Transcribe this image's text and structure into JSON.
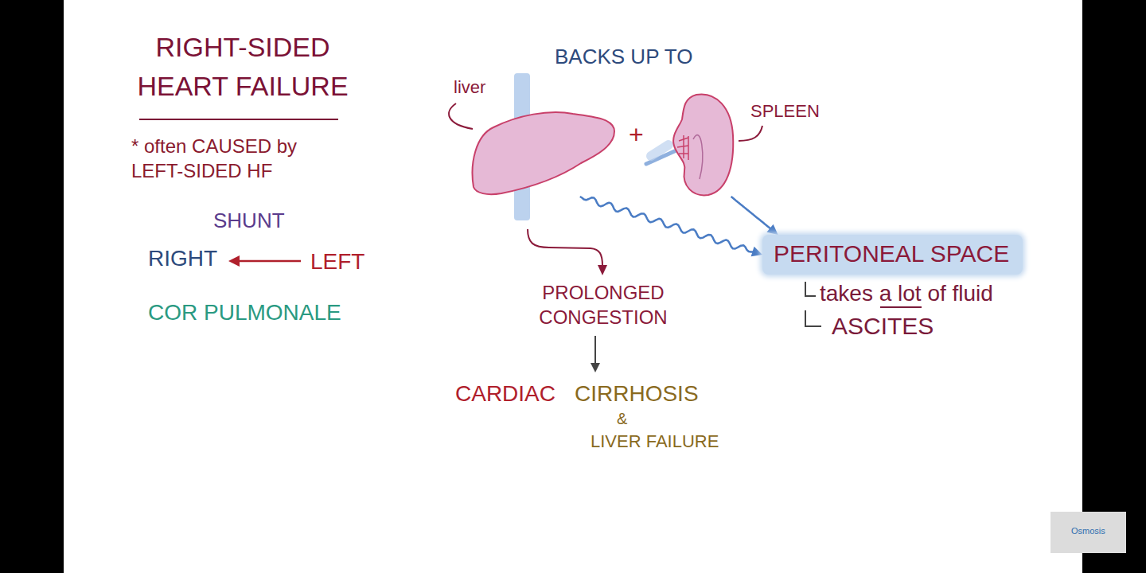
{
  "diagram": {
    "title": "RIGHT-SIDED HEART FAILURE",
    "nodes": [
      {
        "text": [
          "liver"
        ]
      },
      {
        "text": [
          "SPLEEN"
        ]
      },
      {
        "text": [
          "PERITONEAL SPACE"
        ]
      }
    ],
    "edges": [
      {
        "from": 0,
        "to": 2,
        "arrow": "to"
      },
      {
        "from": 1,
        "to": 2,
        "arrow": "to"
      }
    ],
    "labels": [
      "* often CAUSED by LEFT-SIDED HF",
      "SHUNT",
      "RIGHT",
      "LEFT",
      "COR PULMONALE",
      "BACKS UP TO",
      "+",
      "PROLONGED CONGESTION",
      "CARDIAC",
      "CIRRHOSIS",
      "&",
      "LIVER FAILURE",
      "takes a lot of fluid",
      "ASCITES",
      "Osmosis"
    ]
  }
}
